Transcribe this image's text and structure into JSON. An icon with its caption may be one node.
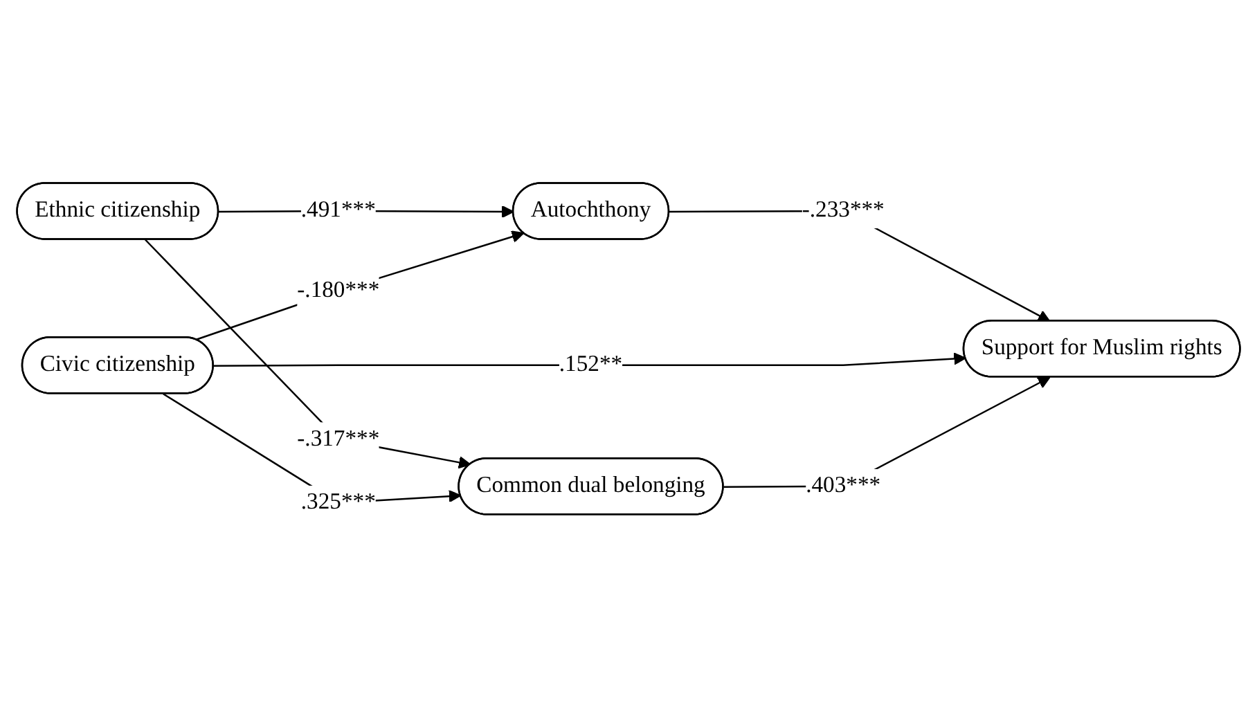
{
  "diagram": {
    "nodes": [
      {
        "text": [
          "Autochthony"
        ]
      },
      {
        "text": [
          "Ethnic citizenship"
        ]
      },
      {
        "text": [
          "Support for Muslim rights"
        ]
      },
      {
        "text": [
          "Civic citizenship"
        ]
      },
      {
        "text": [
          "Common dual belonging"
        ]
      }
    ],
    "edges": [
      {
        "from": 1,
        "to": 0,
        "arrow": "to",
        "label": ".491***"
      },
      {
        "from": 3,
        "to": 0,
        "arrow": "to",
        "label": "-.180***"
      },
      {
        "from": 0,
        "to": 2,
        "arrow": "to",
        "label": "-.233***"
      },
      {
        "from": 1,
        "to": 4,
        "arrow": "to",
        "label": "-.317***"
      },
      {
        "from": 3,
        "to": 2,
        "arrow": "to",
        "label": ".152**"
      },
      {
        "from": 3,
        "to": 4,
        "arrow": "to",
        "label": ".325***"
      },
      {
        "from": 4,
        "to": 2,
        "arrow": "to",
        "label": ".403***"
      }
    ]
  }
}
